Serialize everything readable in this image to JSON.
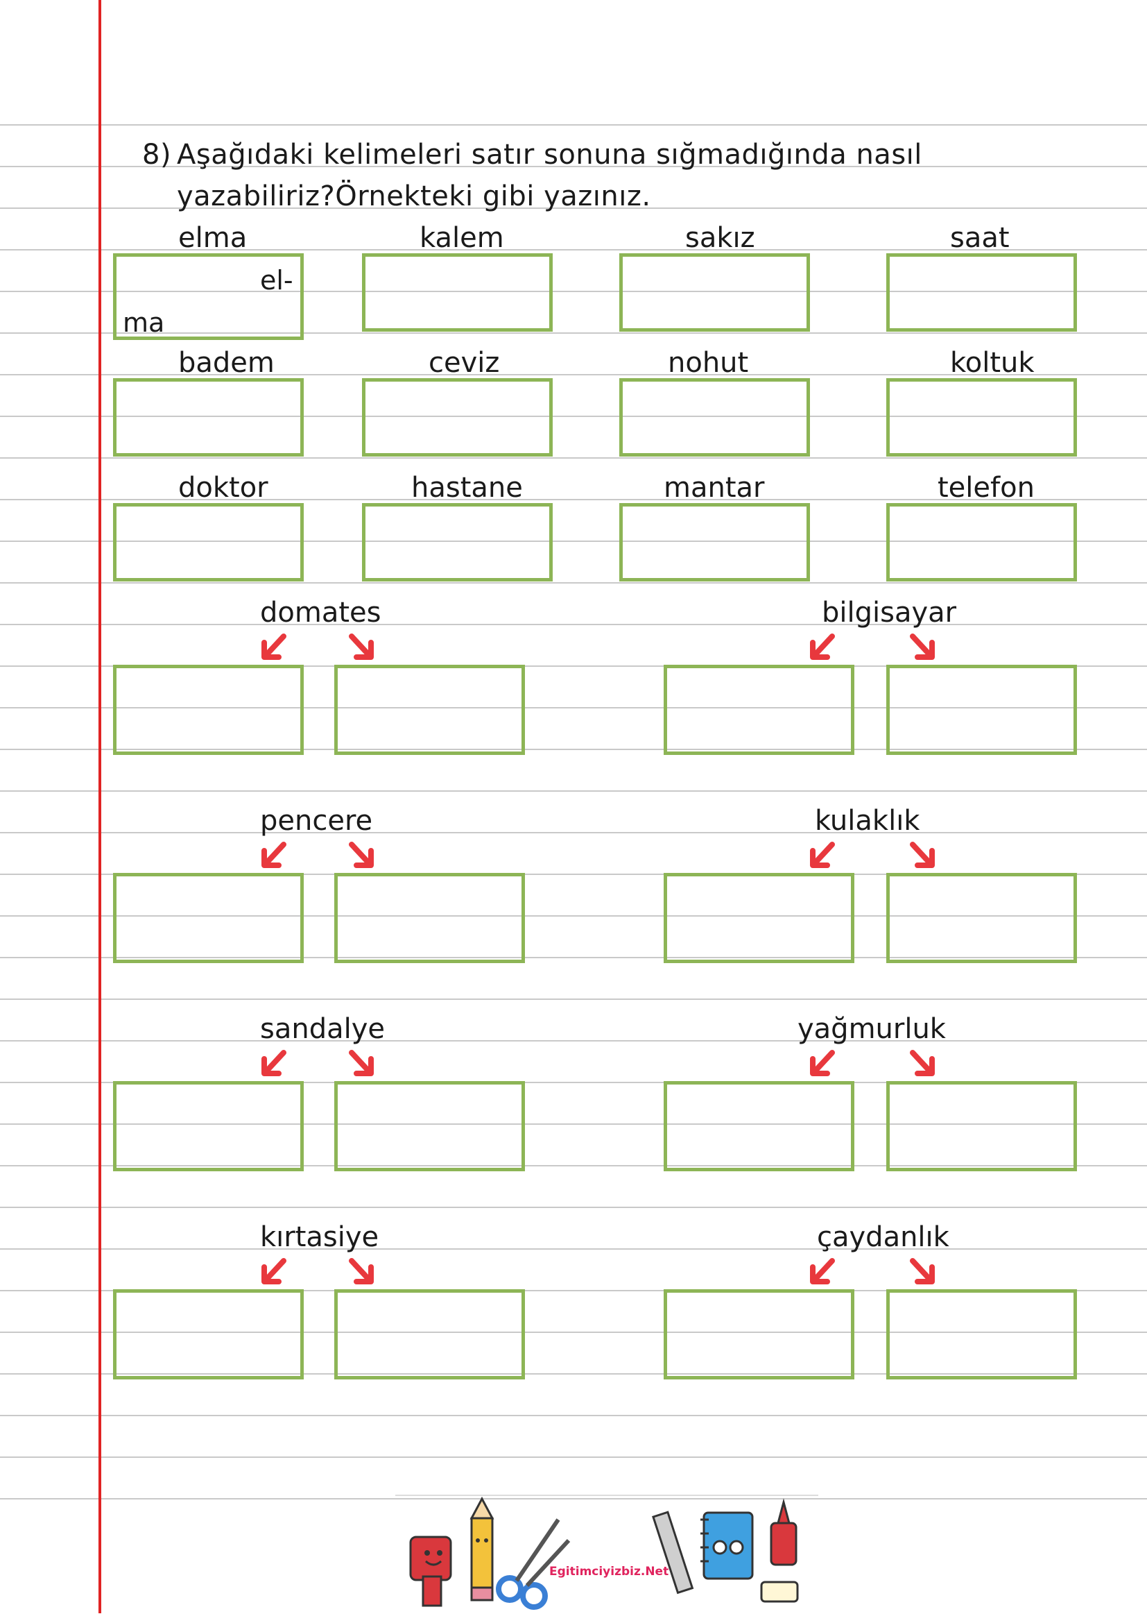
{
  "question": {
    "number": "8)",
    "line1": "Aşağıdaki kelimeleri satır sonuna sığmadığında nasıl",
    "line2": "yazabiliriz?Örnekteki gibi yazınız."
  },
  "grid_words": [
    "elma",
    "kalem",
    "sakız",
    "saat",
    "badem",
    "ceviz",
    "nohut",
    "koltuk",
    "doktor",
    "hastane",
    "mantar",
    "telefon"
  ],
  "example": {
    "part1": "el-",
    "part2": "ma"
  },
  "pair_words": [
    "domates",
    "bilgisayar",
    "pencere",
    "kulaklık",
    "sandalye",
    "yağmurluk",
    "kırtasiye",
    "çaydanlık"
  ],
  "footer": {
    "brand": "Egitimciyizbiz.Net"
  },
  "colors": {
    "box_border": "#8db556",
    "margin_line": "#e02424",
    "arrow": "#e8383d",
    "ruling": "#c9c9c9"
  }
}
